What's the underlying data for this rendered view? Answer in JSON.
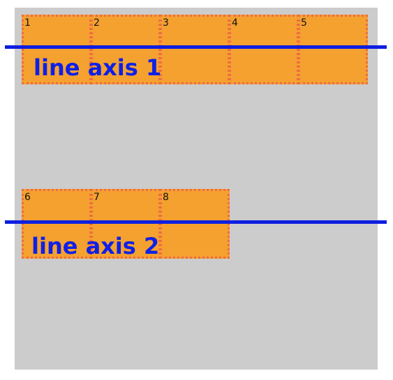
{
  "groups": [
    {
      "cells": [
        "1",
        "2",
        "3",
        "4",
        "5"
      ],
      "axis_label": "line axis 1"
    },
    {
      "cells": [
        "6",
        "7",
        "8"
      ],
      "axis_label": "line axis 2"
    }
  ],
  "colors": {
    "background_panel": "#cccccc",
    "cell_fill": "#f4a12f",
    "cell_border": "#ef6b45",
    "axis_line": "#0d1fe0",
    "axis_label": "#1020e6"
  }
}
